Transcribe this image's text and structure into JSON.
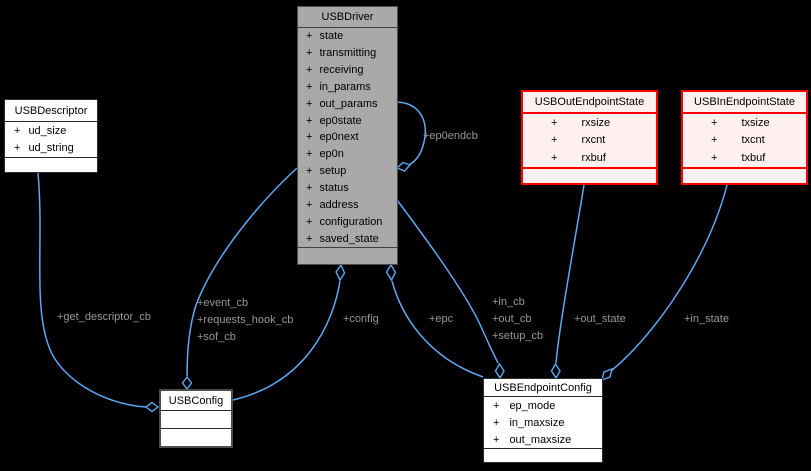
{
  "diagram": {
    "visibility": "+",
    "background": "#000000",
    "colors": {
      "edge": "#5fa9f2",
      "edge_label_text": "#989898",
      "node_fill": "#ffffff",
      "highlight_node_fill": "#a9a9a9",
      "alert_node_border": "#ff0000",
      "alert_node_fill": "#fff0f0"
    }
  },
  "classes": {
    "usbdriver": {
      "name": "USBDriver",
      "fields": [
        "state",
        "transmitting",
        "receiving",
        "in_params",
        "out_params",
        "ep0state",
        "ep0next",
        "ep0n",
        "setup",
        "status",
        "address",
        "configuration",
        "saved_state"
      ]
    },
    "usbdescriptor": {
      "name": "USBDescriptor",
      "fields": [
        "ud_size",
        "ud_string"
      ]
    },
    "usboutendpointstate": {
      "name": "USBOutEndpointState",
      "fields": [
        "rxsize",
        "rxcnt",
        "rxbuf"
      ]
    },
    "usbinendpointstate": {
      "name": "USBInEndpointState",
      "fields": [
        "txsize",
        "txcnt",
        "txbuf"
      ]
    },
    "usbconfig": {
      "name": "USBConfig",
      "fields": []
    },
    "usbendpointconfig": {
      "name": "USBEndpointConfig",
      "fields": [
        "ep_mode",
        "in_maxsize",
        "out_maxsize"
      ]
    }
  },
  "edge_labels": {
    "ep0endcb": "+ep0endcb",
    "get_descriptor_cb": "+get_descriptor_cb",
    "event_cb": "+event_cb",
    "requests_hook_cb": "+requests_hook_cb",
    "sof_cb": "+sof_cb",
    "config": "+config",
    "epc": "+epc",
    "in_cb": "+in_cb",
    "out_cb": "+out_cb",
    "setup_cb": "+setup_cb",
    "out_state": "+out_state",
    "in_state": "+in_state"
  }
}
